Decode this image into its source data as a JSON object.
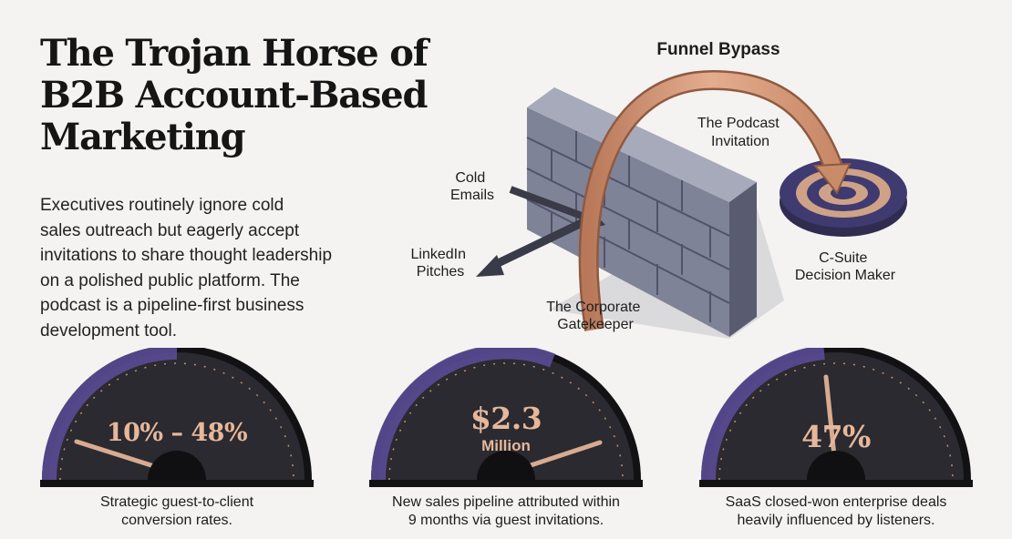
{
  "title": {
    "line1": "The Trojan Horse of",
    "line2": "B2B Account-Based",
    "line3": "Marketing"
  },
  "intro": {
    "line1": "Executives routinely ignore cold",
    "line2": "sales outreach but eagerly accept",
    "line3": "invitations to share thought leadership",
    "line4": "on a polished public platform. The",
    "line5": "podcast is a pipeline-first business",
    "line6": "development tool."
  },
  "diagram": {
    "title": "Funnel Bypass",
    "arc_label": {
      "line1": "The Podcast",
      "line2": "Invitation"
    },
    "cold_label": {
      "line1": "Cold",
      "line2": "Emails"
    },
    "linkedin_label": {
      "line1": "LinkedIn",
      "line2": "Pitches"
    },
    "wall_label": {
      "line1": "The Corporate",
      "line2": "Gatekeeper"
    },
    "target_label": {
      "line1": "C-Suite",
      "line2": "Decision Maker"
    }
  },
  "gauges": [
    {
      "value": "10% – 48%",
      "caption1": "Strategic guest-to-client",
      "caption2": "conversion rates."
    },
    {
      "value": "$2.3",
      "unit": "Million",
      "caption1": "New sales pipeline attributed within",
      "caption2": "9 months via guest invitations."
    },
    {
      "value": "47%",
      "caption1": "SaaS closed-won enterprise deals",
      "caption2": "heavily influenced by listeners."
    }
  ],
  "colors": {
    "background": "#f4f3f1",
    "copper": "#c98c6a",
    "gauge_face": "#2a2a30",
    "gauge_purple": "#5a4b95",
    "wall_gray": "#7e8196"
  }
}
